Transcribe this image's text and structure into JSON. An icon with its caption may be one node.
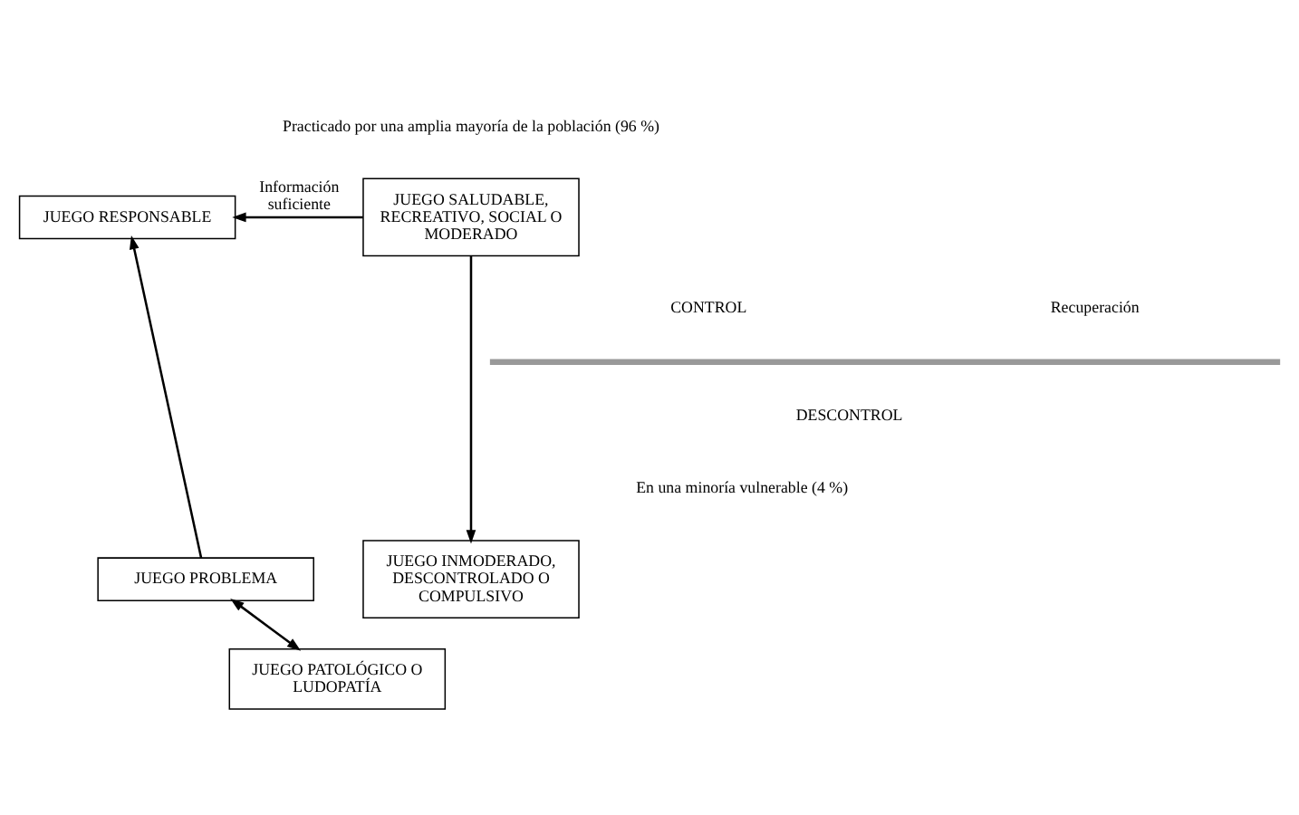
{
  "diagram": {
    "nodes": [
      {
        "text": [
          "JUEGO SALUDABLE, RECREATIVO, SOCIAL O MODERADO"
        ]
      },
      {
        "text": [
          "JUEGO RESPONSABLE"
        ]
      },
      {
        "text": [
          "JUEGO INMODERADO, DESCONTROLADO O COMPULSIVO"
        ]
      },
      {
        "text": [
          "JUEGO PROBLEMA"
        ]
      },
      {
        "text": [
          "JUEGO PATOLÓGICO O LUDOPATÍA"
        ]
      }
    ],
    "edges": [
      {
        "from": 0,
        "to": 1,
        "arrow": "to",
        "label": "Información suficiente"
      },
      {
        "from": 0,
        "to": 2,
        "arrow": "to"
      },
      {
        "from": 3,
        "to": 1,
        "arrow": "to"
      },
      {
        "from": 3,
        "to": 4,
        "arrow": "both"
      }
    ],
    "labels": [
      "Practicado por una amplia mayoría de la población (96 %)",
      "CONTROL",
      "Recuperación",
      "DESCONTROL",
      "En una minoría vulnerable (4 %)"
    ]
  }
}
